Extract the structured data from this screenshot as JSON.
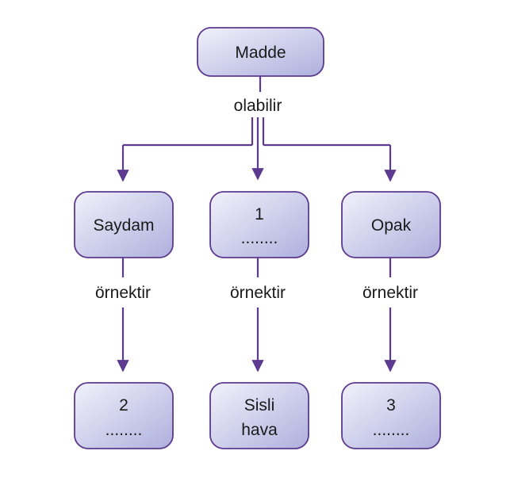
{
  "diagram": {
    "root": {
      "label": "Madde"
    },
    "root_edge_label": "olabilir",
    "middle": [
      {
        "line1": "Saydam",
        "line2": ""
      },
      {
        "line1": "1",
        "line2": "........"
      },
      {
        "line1": "Opak",
        "line2": ""
      }
    ],
    "edge_labels": [
      "örnektir",
      "örnektir",
      "örnektir"
    ],
    "bottom": [
      {
        "line1": "2",
        "line2": "........"
      },
      {
        "line1": "Sisli",
        "line2": "hava"
      },
      {
        "line1": "3",
        "line2": "........"
      }
    ]
  },
  "colors": {
    "line": "#5b3a8f",
    "node_border": "#5b3a8f",
    "node_fill_light": "#f1f1fb",
    "node_fill_dark": "#aeb0dd",
    "text": "#1a1a1a"
  }
}
